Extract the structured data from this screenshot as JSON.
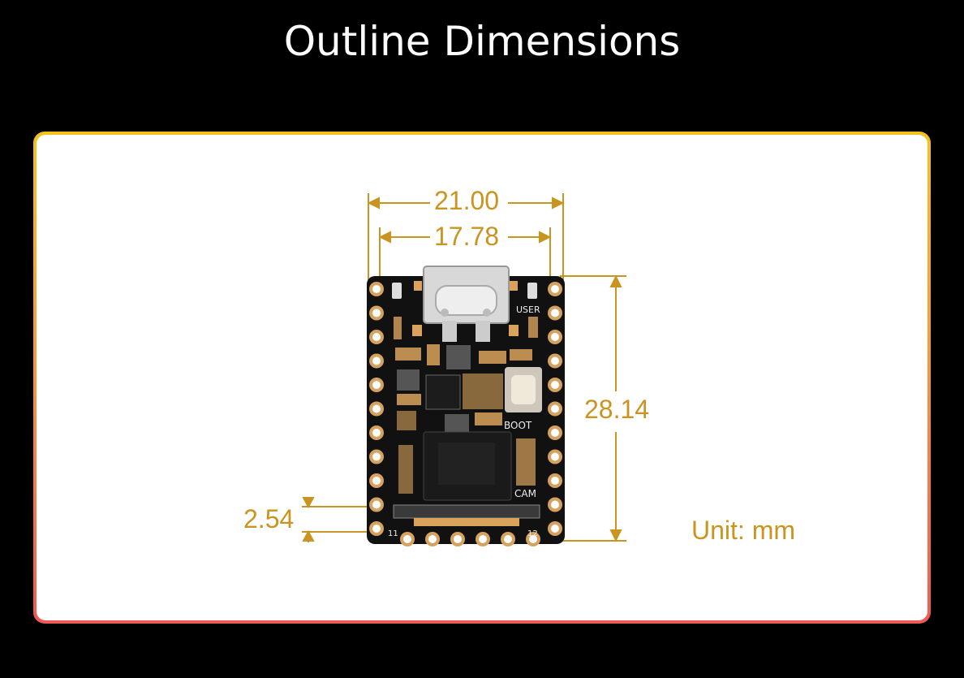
{
  "title": "Outline Dimensions",
  "dimensions": {
    "total_width": "21.00",
    "pin_span": "17.78",
    "height": "28.14",
    "pin_pitch": "2.54",
    "unit": "Unit: mm"
  },
  "board": {
    "label_user": "USER",
    "label_boot": "BOOT",
    "label_cam": "CAM",
    "label_pin_11": "11",
    "label_pin_12": "12"
  },
  "colors": {
    "dimension": "#c9941f",
    "board": "#111111",
    "pad": "#d6a25f",
    "border_top": "#f3c21c",
    "border_bottom": "#ee5a56"
  }
}
